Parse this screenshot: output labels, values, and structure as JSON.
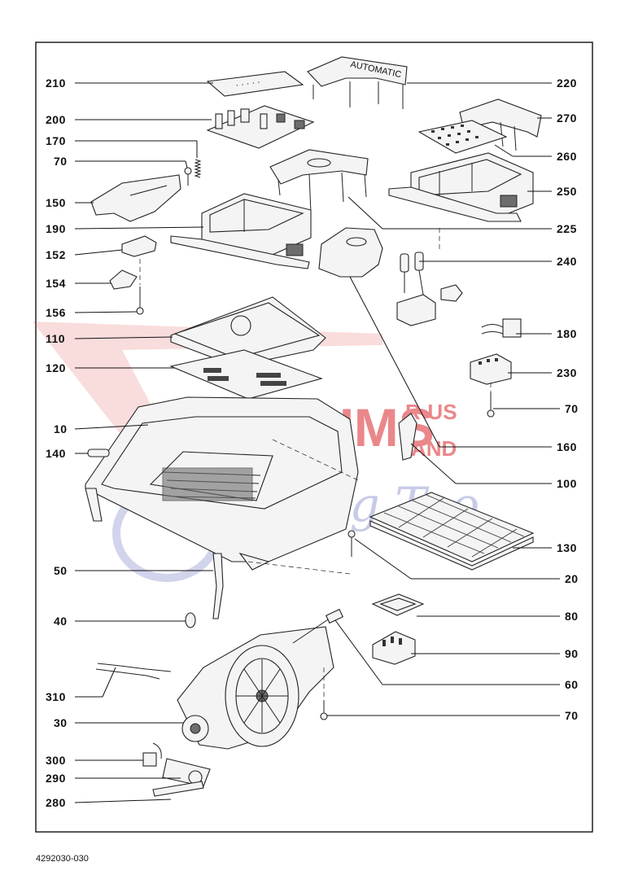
{
  "drawing": {
    "code": "4292030-030",
    "watermark": {
      "main": "VACUUMS",
      "suffix_top": "R-US",
      "suffix_bottom": "AND",
      "script": "Sewing Too",
      "red": "#d9262b",
      "blue": "#5a63b8"
    },
    "left_callouts": [
      "210",
      "200",
      "170",
      "70",
      "150",
      "190",
      "152",
      "154",
      "156",
      "110",
      "120",
      "10",
      "140",
      "50",
      "40",
      "310",
      "30",
      "300",
      "290",
      "280"
    ],
    "right_callouts": [
      "220",
      "270",
      "260",
      "250",
      "225",
      "240",
      "180",
      "230",
      "70",
      "160",
      "100",
      "130",
      "20",
      "80",
      "90",
      "60",
      "70"
    ]
  }
}
